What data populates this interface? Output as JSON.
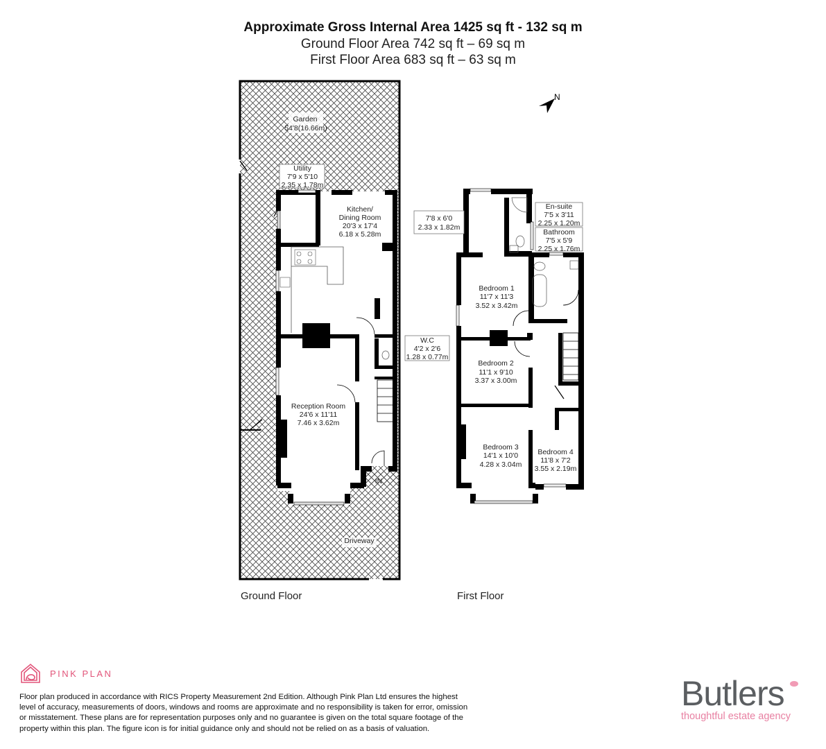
{
  "header": {
    "title": "Approximate Gross Internal Area 1425 sq ft - 132 sq m",
    "ground_area": "Ground Floor Area 742 sq ft – 69 sq m",
    "first_area": "First Floor Area 683 sq ft – 63 sq m"
  },
  "compass": {
    "label": "N"
  },
  "ground_floor": {
    "label": "Ground Floor",
    "rooms": [
      {
        "name": "Garden",
        "dims_imperial": "54'8(16.66m)",
        "dims_metric": ""
      },
      {
        "name": "Utility",
        "dims_imperial": "7'9 x 5'10",
        "dims_metric": "2.35 x 1.78m"
      },
      {
        "name": "Kitchen/",
        "name2": "Dining Room",
        "dims_imperial": "20'3 x 17'4",
        "dims_metric": "6.18 x 5.28m"
      },
      {
        "name": "W.C",
        "dims_imperial": "4'2 x 2'6",
        "dims_metric": "1.28 x 0.77m"
      },
      {
        "name": "Reception Room",
        "dims_imperial": "24'6 x 11'11",
        "dims_metric": "7.46 x 3.62m"
      },
      {
        "name": "Driveway",
        "dims_imperial": "",
        "dims_metric": ""
      }
    ],
    "entrance_label": "IN"
  },
  "first_floor": {
    "label": "First Floor",
    "rooms": [
      {
        "name": "",
        "dims_imperial": "7'8 x 6'0",
        "dims_metric": "2.33 x 1.82m"
      },
      {
        "name": "En-suite",
        "dims_imperial": "7'5 x 3'11",
        "dims_metric": "2.25 x 1.20m"
      },
      {
        "name": "Bathroom",
        "dims_imperial": "7'5 x 5'9",
        "dims_metric": "2.25 x 1.76m"
      },
      {
        "name": "Bedroom 1",
        "dims_imperial": "11'7 x 11'3",
        "dims_metric": "3.52 x 3.42m"
      },
      {
        "name": "Bedroom 2",
        "dims_imperial": "11'1 x 9'10",
        "dims_metric": "3.37 x 3.00m"
      },
      {
        "name": "Bedroom 3",
        "dims_imperial": "14'1 x 10'0",
        "dims_metric": "4.28 x 3.04m"
      },
      {
        "name": "Bedroom 4",
        "dims_imperial": "11'8 x 7'2",
        "dims_metric": "3.55 x 2.19m"
      }
    ]
  },
  "footer": {
    "brand_name": "PINK PLAN",
    "disclaimer_lines": [
      "Floor plan produced in accordance with RICS Property Measurement 2nd Edition. Although Pink Plan Ltd ensures the highest",
      "level of accuracy, measurements of doors, windows and rooms are approximate and no responsibility is taken for error, omission",
      "or misstatement. These plans are for representation purposes only and no guarantee is given on the total square footage of the",
      "property within this plan. The figure icon is for initial guidance only and should not be relied on as a basis of valuation."
    ],
    "agency_name": "Butler's",
    "agency_name_display": "Butlers",
    "agency_tagline": "thoughtful estate agency"
  },
  "colors": {
    "wall": "#000000",
    "hatch": "#333333",
    "pink_plan": "#e2557a",
    "butlers_grey": "#5b5e61",
    "butlers_pink": "#e880a2"
  }
}
